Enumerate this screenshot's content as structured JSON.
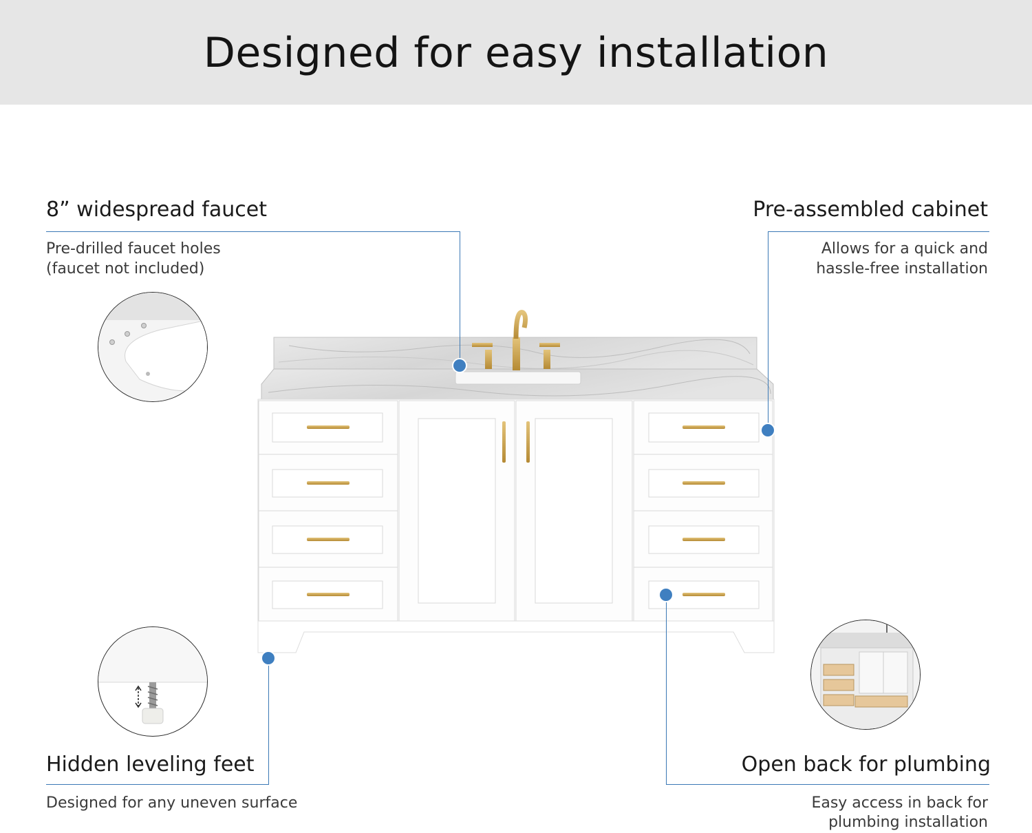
{
  "header": {
    "title": "Designed for easy installation"
  },
  "features": {
    "faucet": {
      "title": "8” widespread faucet",
      "desc_line1": "Pre-drilled faucet holes",
      "desc_line2": "(faucet not included)"
    },
    "cabinet": {
      "title": "Pre-assembled cabinet",
      "desc_line1": "Allows for  a quick and",
      "desc_line2": "hassle-free installation"
    },
    "feet": {
      "title": "Hidden leveling feet",
      "desc_line1": "Designed for any uneven surface"
    },
    "plumbing": {
      "title": "Open back for plumbing",
      "desc_line1": "Easy access in back for",
      "desc_line2": "plumbing installation"
    }
  },
  "colors": {
    "accent": "#3f7fc0",
    "banner": "#e6e6e6",
    "hardware": "#c9a24a",
    "cabinet": "#ffffff"
  },
  "icons": {
    "sink_detail": "sink-detail-icon",
    "leveling_foot": "leveling-foot-icon",
    "open_back": "open-back-icon"
  }
}
